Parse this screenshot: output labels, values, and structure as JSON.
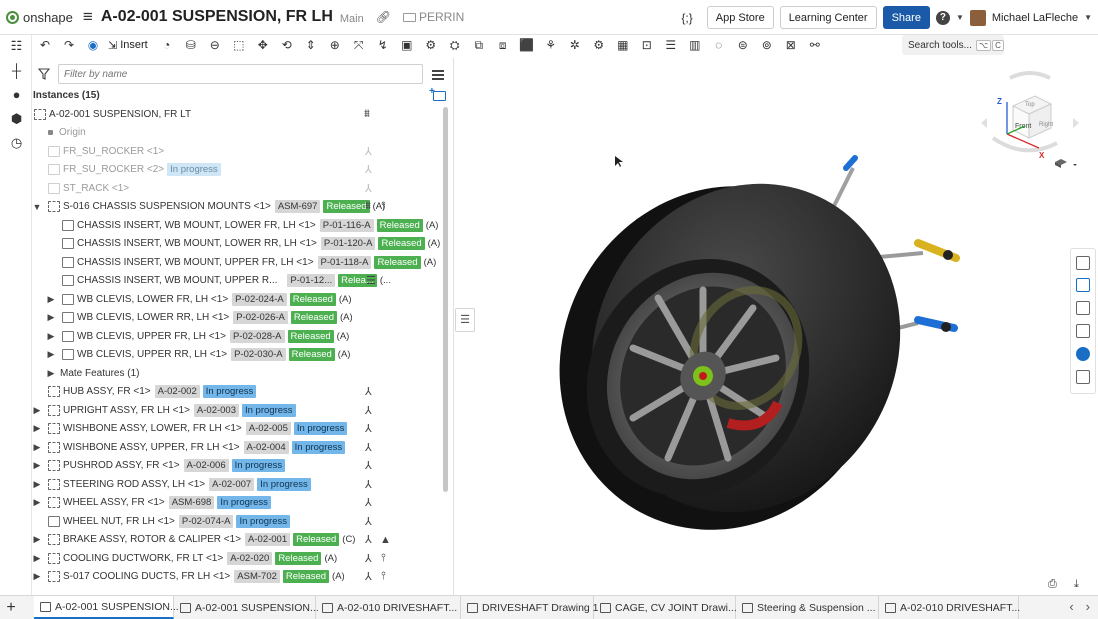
{
  "app": {
    "name": "onshape"
  },
  "document": {
    "title": "A-02-001 SUSPENSION, FR LH",
    "branch": "Main",
    "folder": "PERRIN"
  },
  "topbar": {
    "code_icon": "{;}",
    "app_store": "App Store",
    "learning_center": "Learning Center",
    "share": "Share",
    "help_icon": "?",
    "user_name": "Michael LaFleche"
  },
  "toolbar": {
    "insert_label": "Insert",
    "search_placeholder": "Search tools...",
    "shortcut_key1": "⌥",
    "shortcut_key2": "C"
  },
  "panel": {
    "filter_placeholder": "Filter by name",
    "instances_label": "Instances (15)",
    "rows": [
      {
        "name": "A-02-001 SUSPENSION, FR LT"
      },
      {
        "name": "Origin"
      },
      {
        "name": "FR_SU_ROCKER <1>"
      },
      {
        "name": "FR_SU_ROCKER <2>",
        "status": "In progress"
      },
      {
        "name": "ST_RACK <1>"
      },
      {
        "name": "S-016 CHASSIS SUSPENSION MOUNTS <1>",
        "part": "ASM-697",
        "status": "Released",
        "rev": "(A)"
      },
      {
        "name": "CHASSIS INSERT, WB MOUNT, LOWER FR, LH <1>",
        "part": "P-01-116-A",
        "status": "Released",
        "rev": "(A)"
      },
      {
        "name": "CHASSIS INSERT, WB MOUNT, LOWER RR, LH <1>",
        "part": "P-01-120-A",
        "status": "Released",
        "rev": "(A)"
      },
      {
        "name": "CHASSIS INSERT, WB MOUNT, UPPER FR, LH <1>",
        "part": "P-01-118-A",
        "status": "Released",
        "rev": "(A)"
      },
      {
        "name": "CHASSIS INSERT, WB MOUNT, UPPER R...",
        "part": "P-01-12...",
        "status": "Relea...",
        "rev": "(..."
      },
      {
        "name": "WB CLEVIS, LOWER FR, LH <1>",
        "part": "P-02-024-A",
        "status": "Released",
        "rev": "(A)"
      },
      {
        "name": "WB CLEVIS, LOWER RR, LH <1>",
        "part": "P-02-026-A",
        "status": "Released",
        "rev": "(A)"
      },
      {
        "name": "WB CLEVIS, UPPER FR, LH <1>",
        "part": "P-02-028-A",
        "status": "Released",
        "rev": "(A)"
      },
      {
        "name": "WB CLEVIS, UPPER RR, LH <1>",
        "part": "P-02-030-A",
        "status": "Released",
        "rev": "(A)"
      },
      {
        "name": "Mate Features (1)"
      },
      {
        "name": "HUB ASSY, FR <1>",
        "part": "A-02-002",
        "status": "In progress"
      },
      {
        "name": "UPRIGHT ASSY, FR LH <1>",
        "part": "A-02-003",
        "status": "In progress"
      },
      {
        "name": "WISHBONE ASSY, LOWER, FR LH <1>",
        "part": "A-02-005",
        "status": "In progress"
      },
      {
        "name": "WISHBONE ASSY, UPPER, FR LH <1>",
        "part": "A-02-004",
        "status": "In progress"
      },
      {
        "name": "PUSHROD ASSY, FR <1>",
        "part": "A-02-006",
        "status": "In progress"
      },
      {
        "name": "STEERING ROD ASSY, LH <1>",
        "part": "A-02-007",
        "status": "In progress"
      },
      {
        "name": "WHEEL ASSY, FR <1>",
        "part": "ASM-698",
        "status": "In progress"
      },
      {
        "name": "WHEEL NUT, FR LH <1>",
        "part": "P-02-074-A",
        "status": "In progress"
      },
      {
        "name": "BRAKE ASSY, ROTOR & CALIPER <1>",
        "part": "A-02-001",
        "status": "Released",
        "rev": "(C)"
      },
      {
        "name": "COOLING DUCTWORK, FR LT <1>",
        "part": "A-02-020",
        "status": "Released",
        "rev": "(A)"
      },
      {
        "name": "S-017 COOLING DUCTS, FR LH <1>",
        "part": "ASM-702",
        "status": "Released",
        "rev": "(A)"
      }
    ]
  },
  "viewcube": {
    "top": "Top",
    "front": "Front",
    "right": "Right",
    "axis_x": "X",
    "axis_z": "Z"
  },
  "tabs": [
    {
      "label": "A-02-001 SUSPENSION..."
    },
    {
      "label": "A-02-001 SUSPENSION..."
    },
    {
      "label": "A-02-010 DRIVESHAFT..."
    },
    {
      "label": "DRIVESHAFT Drawing 1"
    },
    {
      "label": "CAGE, CV JOINT Drawi..."
    },
    {
      "label": "Steering & Suspension ..."
    },
    {
      "label": "A-02-010 DRIVESHAFT..."
    }
  ],
  "colors": {
    "released": "#4caf50",
    "in_progress": "#73b7ea",
    "accent": "#1a5aa8",
    "tire": "#2b2b2b",
    "anodized_blue": "#1d6fd6",
    "anodized_yellow": "#d9b21f"
  }
}
